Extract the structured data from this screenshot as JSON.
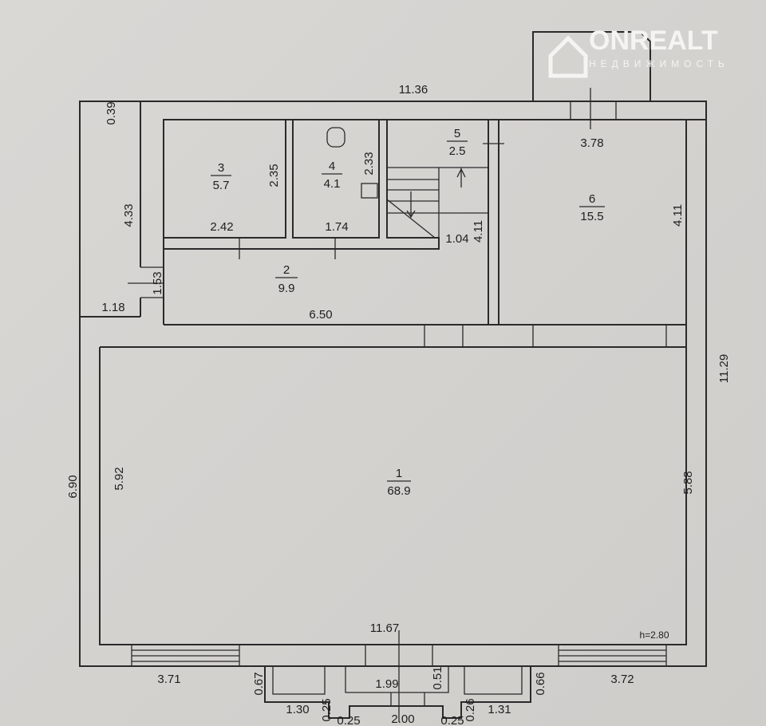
{
  "watermark": {
    "brand": "ONREALT",
    "subtitle": "НЕДВИЖИМОСТЬ"
  },
  "rooms": [
    {
      "number": "1",
      "area": "68.9"
    },
    {
      "number": "2",
      "area": "9.9"
    },
    {
      "number": "3",
      "area": "5.7"
    },
    {
      "number": "4",
      "area": "4.1"
    },
    {
      "number": "5",
      "area": "2.5"
    },
    {
      "number": "6",
      "area": "15.5"
    }
  ],
  "dimensions": {
    "top_total": "11.36",
    "d039": "0.39",
    "d433": "4.33",
    "d118": "1.18",
    "d153": "1.53",
    "d235": "2.35",
    "d242": "2.42",
    "d233": "2.33",
    "d174": "1.74",
    "d104": "1.04",
    "d411a": "4.11",
    "d378": "3.78",
    "d411b": "4.11",
    "d650": "6.50",
    "right_total": "11.29",
    "left_total": "6.90",
    "d592": "5.92",
    "d588": "5.88",
    "bottom_total": "11.67",
    "height": "h=2.80",
    "d371": "3.71",
    "d372": "3.72",
    "d067": "0.67",
    "d199": "1.99",
    "d051": "0.51",
    "d066": "0.66",
    "d130": "1.30",
    "d025a": "0.25",
    "d025b": "0.25",
    "d200": "2.00",
    "d025c": "0.25",
    "d026": "0.26",
    "d131": "1.31"
  }
}
